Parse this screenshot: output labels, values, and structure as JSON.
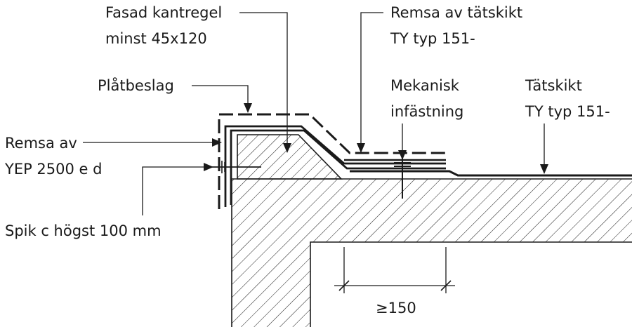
{
  "labels": {
    "fasad_kantregel": "Fasad kantregel",
    "minst_dim": "minst 45x120",
    "remsa_tatskikt": "Remsa av tätskikt",
    "ty_typ_1": "TY typ 151-",
    "platbeslag": "Plåtbeslag",
    "mekanisk": "Mekanisk",
    "infastning": "infästning",
    "tatskikt": "Tätskikt",
    "ty_typ_2": "TY typ 151-",
    "remsa_av": "Remsa av",
    "yep": "YEP 2500 e d",
    "spik": "Spik c högst 100 mm",
    "dimension": "≥150"
  },
  "colors": {
    "ink": "#1a1a1a",
    "background": "#ffffff"
  }
}
